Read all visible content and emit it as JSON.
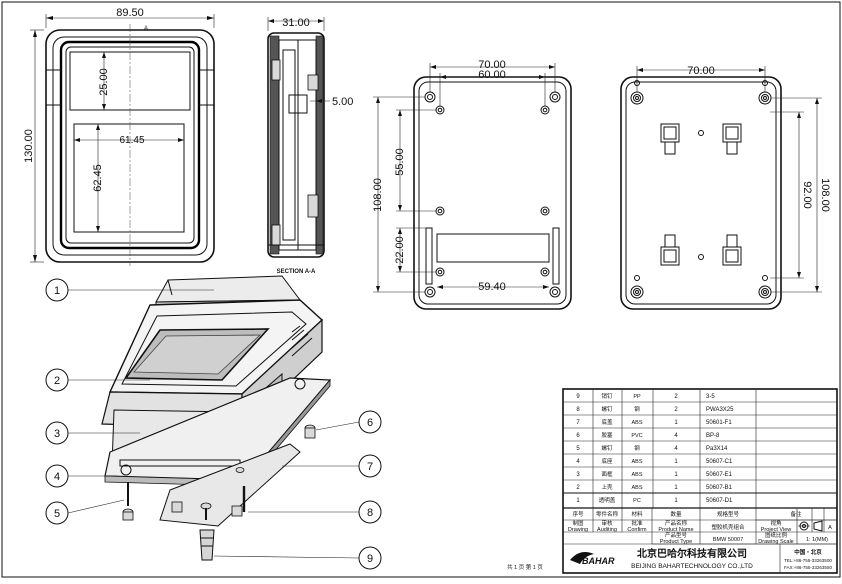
{
  "top_view": {
    "width_dim": "89.50",
    "height_dim": "130.00",
    "window_height_dim": "25.00",
    "lower_window_width_dim": "61.45",
    "lower_window_height_dim": "62.45",
    "section_marker": "A"
  },
  "section_view": {
    "width_dim": "31.00",
    "wall_dim": "5.00",
    "label": "SECTION A-A"
  },
  "base_view_1": {
    "outer_hole_dim": "70.00",
    "inner_hole_dim": "60.00",
    "height_dim": "108.00",
    "upper_spacing_dim": "55.00",
    "lower_spacing_dim": "22.00",
    "slot_width_dim": "59.40"
  },
  "base_view_2": {
    "hole_dim": "70.00",
    "height_dim": "108.00",
    "inner_height_dim": "92.00"
  },
  "callouts": [
    "1",
    "2",
    "3",
    "4",
    "5",
    "6",
    "7",
    "8",
    "9"
  ],
  "bom": [
    {
      "no": "9",
      "name": "销钉",
      "mat": "PP",
      "qty": "2",
      "spec": "3-5"
    },
    {
      "no": "8",
      "name": "螺钉",
      "mat": "钢",
      "qty": "2",
      "spec": "PWA3X25"
    },
    {
      "no": "7",
      "name": "底盖",
      "mat": "ABS",
      "qty": "1",
      "spec": "50601-F1"
    },
    {
      "no": "6",
      "name": "胶塞",
      "mat": "PVC",
      "qty": "4",
      "spec": "BP-8"
    },
    {
      "no": "5",
      "name": "螺钉",
      "mat": "钢",
      "qty": "4",
      "spec": "Pa3X14"
    },
    {
      "no": "4",
      "name": "底座",
      "mat": "ABS",
      "qty": "1",
      "spec": "50607-C1"
    },
    {
      "no": "3",
      "name": "面框",
      "mat": "ABS",
      "qty": "1",
      "spec": "50607-E1"
    },
    {
      "no": "2",
      "name": "上壳",
      "mat": "ABS",
      "qty": "1",
      "spec": "50607-B1"
    },
    {
      "no": "1",
      "name": "透明盖",
      "mat": "PC",
      "qty": "1",
      "spec": "50607-D1"
    }
  ],
  "bom_header": {
    "no": "序号",
    "name": "零件名称",
    "mat": "材料",
    "qty": "数量",
    "spec": "规格型号",
    "remark": "备注"
  },
  "title_block": {
    "drawing_cn": "制图",
    "drawing": "Drawing",
    "auditing_cn": "审核",
    "auditing": "Auditing",
    "confirm_cn": "批准",
    "confirm": "Confirm",
    "product_name_cn": "产品名称",
    "product_name": "Product Name",
    "product_name_value": "塑胶机壳组合",
    "project_view_cn": "视角",
    "project_view": "Project View",
    "revision": "A",
    "product_type_cn": "产品型号",
    "product_type": "Product Type",
    "product_type_value": "BMW 50007",
    "drawing_scale_cn": "图纸比例",
    "drawing_scale": "Drawing Scale",
    "scale_value": "1: 1(MM)",
    "company_cn": "北京巴哈尔科技有限公司",
    "company_en": "BEIJING BAHARTECHNOLOGY CO.,LTD",
    "logo": "BAHAR",
    "contact_title": "中国・北京",
    "tel": "TEL:+86-755-33263500",
    "fax": "FAX:+86-755-33263550",
    "sheet_info": "共 1 页  第 1 页"
  }
}
